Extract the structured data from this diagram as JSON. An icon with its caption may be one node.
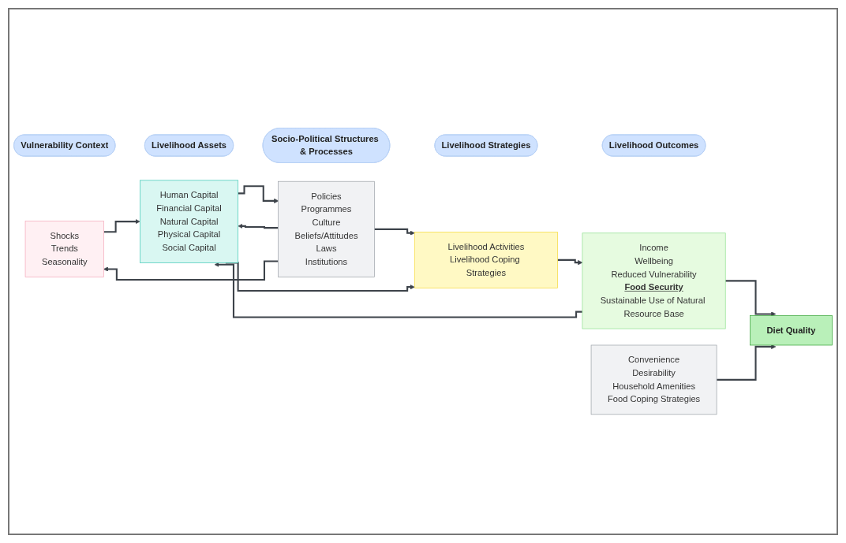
{
  "diagram": {
    "nodes": [
      {
        "text": [
          "Vulnerability Context"
        ]
      },
      {
        "text": [
          "Livelihood Assets"
        ]
      },
      {
        "text": [
          "Socio-Political Structures & Processes"
        ]
      },
      {
        "text": [
          "Livelihood Strategies"
        ]
      },
      {
        "text": [
          "Livelihood Outcomes"
        ]
      },
      {
        "text": [
          "Shocks",
          "Trends",
          "Seasonality"
        ]
      },
      {
        "text": [
          "Human Capital",
          "Financial Capital",
          "Natural Capital",
          "Physical Capital",
          "Social Capital"
        ]
      },
      {
        "text": [
          "Policies",
          "Programmes",
          "Culture",
          "Beliefs/Attitudes",
          "Laws",
          "Institutions"
        ]
      },
      {
        "text": [
          "Livelihood Activities",
          "Livelihood Coping Strategies"
        ]
      },
      {
        "text": [
          "Income",
          "Wellbeing",
          "Reduced Vulnerability",
          "Food Security",
          "Sustainable Use of Natural Resource Base"
        ]
      },
      {
        "text": [
          "Diet Quality"
        ]
      },
      {
        "text": [
          "Convenience",
          "Desirability",
          "Household Amenities",
          "Food Coping Strategies"
        ]
      }
    ],
    "edges": [
      {
        "from": 5,
        "to": 6,
        "arrow": "to"
      },
      {
        "from": 6,
        "to": 7,
        "arrow": "to"
      },
      {
        "from": 7,
        "to": 6,
        "arrow": "to"
      },
      {
        "from": 7,
        "to": 8,
        "arrow": "to"
      },
      {
        "from": 8,
        "to": 9,
        "arrow": "to"
      },
      {
        "from": 9,
        "to": 10,
        "arrow": "to"
      },
      {
        "from": 11,
        "to": 10,
        "arrow": "to"
      },
      {
        "from": 6,
        "to": 8,
        "arrow": "to"
      },
      {
        "from": 9,
        "to": 6,
        "arrow": "to"
      },
      {
        "from": 7,
        "to": 5,
        "arrow": "to"
      }
    ]
  }
}
